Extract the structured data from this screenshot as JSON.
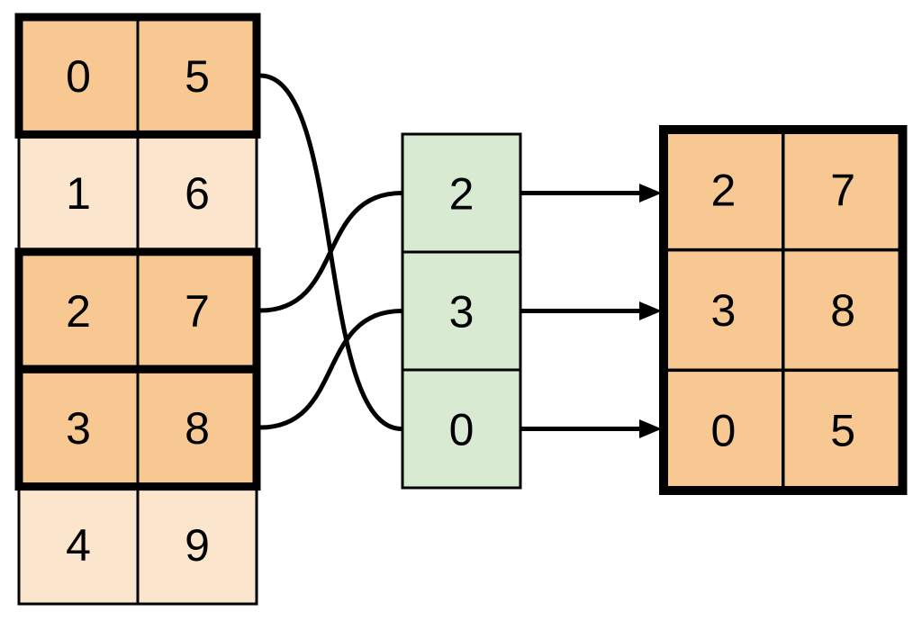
{
  "source_table": {
    "rows": [
      {
        "cells": [
          "0",
          "5"
        ],
        "highlighted": true
      },
      {
        "cells": [
          "1",
          "6"
        ],
        "highlighted": false
      },
      {
        "cells": [
          "2",
          "7"
        ],
        "highlighted": true
      },
      {
        "cells": [
          "3",
          "8"
        ],
        "highlighted": true
      },
      {
        "cells": [
          "4",
          "9"
        ],
        "highlighted": false
      }
    ]
  },
  "index_list": {
    "values": [
      "2",
      "3",
      "0"
    ]
  },
  "result_table": {
    "rows": [
      {
        "cells": [
          "2",
          "7"
        ]
      },
      {
        "cells": [
          "3",
          "8"
        ]
      },
      {
        "cells": [
          "0",
          "5"
        ]
      }
    ]
  },
  "connections": {
    "curves": [
      {
        "from_source_row": "0",
        "to_index_cell": "0"
      },
      {
        "from_source_row": "2",
        "to_index_cell": "2"
      },
      {
        "from_source_row": "3",
        "to_index_cell": "3"
      }
    ],
    "arrows": [
      {
        "from_index_cell": "2",
        "to_result_row": "2 7"
      },
      {
        "from_index_cell": "3",
        "to_result_row": "3 8"
      },
      {
        "from_index_cell": "0",
        "to_result_row": "0 5"
      }
    ]
  },
  "colors": {
    "highlight_fill": "#F8C893",
    "light_fill": "#FCE5CD",
    "index_fill": "#D9EAD3",
    "stroke": "#000000",
    "text": "#000000",
    "background": "#FFFFFF"
  }
}
